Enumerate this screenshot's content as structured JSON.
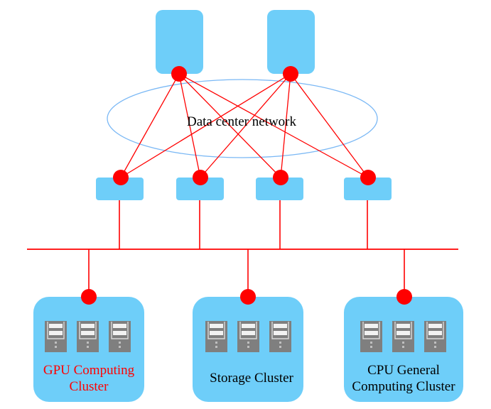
{
  "diagram": {
    "network_label": "Data center network",
    "colors": {
      "node_fill": "#6ECEF9",
      "link": "#FF0000",
      "port": "#FF0000",
      "ellipse": "#7AB8F5",
      "server": "#7F7F7F",
      "text_default": "#000000",
      "text_highlight": "#FF0000"
    },
    "core_nodes": [
      {
        "id": "core-1"
      },
      {
        "id": "core-2"
      }
    ],
    "access_switches": [
      {
        "id": "switch-1"
      },
      {
        "id": "switch-2"
      },
      {
        "id": "switch-3"
      },
      {
        "id": "switch-4"
      }
    ],
    "clusters": [
      {
        "id": "gpu",
        "label_line1": "GPU Computing",
        "label_line2": "Cluster",
        "servers": 3,
        "highlighted": true
      },
      {
        "id": "storage",
        "label_line1": "Storage Cluster",
        "label_line2": "",
        "servers": 3,
        "highlighted": false
      },
      {
        "id": "cpu",
        "label_line1": "CPU General",
        "label_line2": "Computing Cluster",
        "servers": 3,
        "highlighted": false
      }
    ],
    "links": "each core node connects to all four access switches; each switch connects to a shared bus; each cluster connects to the bus"
  }
}
